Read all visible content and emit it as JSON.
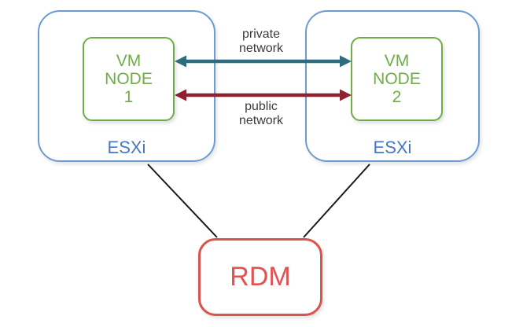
{
  "colors": {
    "background": "#FFFFFF",
    "esxi_border": "#6C9BD2",
    "esxi_label": "#4577C4",
    "vm_border": "#70AC47",
    "vm_label": "#70AC47",
    "private_arrow": "#2E6C7E",
    "public_arrow": "#8E2130",
    "rdm_border": "#D9534F",
    "rdm_label": "#E05353",
    "connector_line": "#1A1A1A",
    "network_label_text": "#3B3B3B"
  },
  "hosts": [
    {
      "label": "ESXi",
      "vm_lines": [
        "VM",
        "NODE",
        "1"
      ]
    },
    {
      "label": "ESXi",
      "vm_lines": [
        "VM",
        "NODE",
        "2"
      ]
    }
  ],
  "networks": {
    "private": {
      "lines": [
        "private",
        "network"
      ]
    },
    "public": {
      "lines": [
        "public",
        "network"
      ]
    }
  },
  "storage": {
    "label": "RDM"
  }
}
